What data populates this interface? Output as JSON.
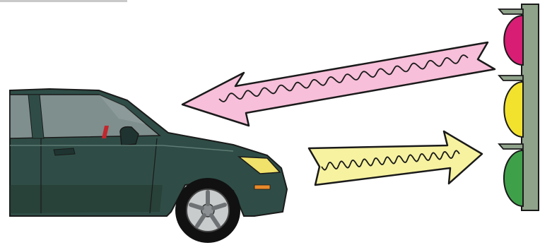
{
  "colors": {
    "background": "#ffffff",
    "car_body": "#2f4d46",
    "car_body_dark": "#1f3430",
    "car_window": "#7f8f8d",
    "headlight": "#f0e26a",
    "pink_arrow": "#f7bfd9",
    "yellow_arrow": "#f6f2a0",
    "outline": "#1a1a1a",
    "light_red": "#d81e74",
    "light_yellow": "#f2e22e",
    "light_green": "#3fa04a",
    "traffic_pole": "#8fa28a"
  },
  "icons": {
    "car": "car-icon",
    "traffic_light": "traffic-light-icon",
    "incoming_wave_arrow": "incoming-wave-arrow-icon",
    "outgoing_wave_arrow": "outgoing-wave-arrow-icon"
  },
  "traffic_light": {
    "lamps": [
      "red",
      "yellow",
      "green"
    ]
  }
}
